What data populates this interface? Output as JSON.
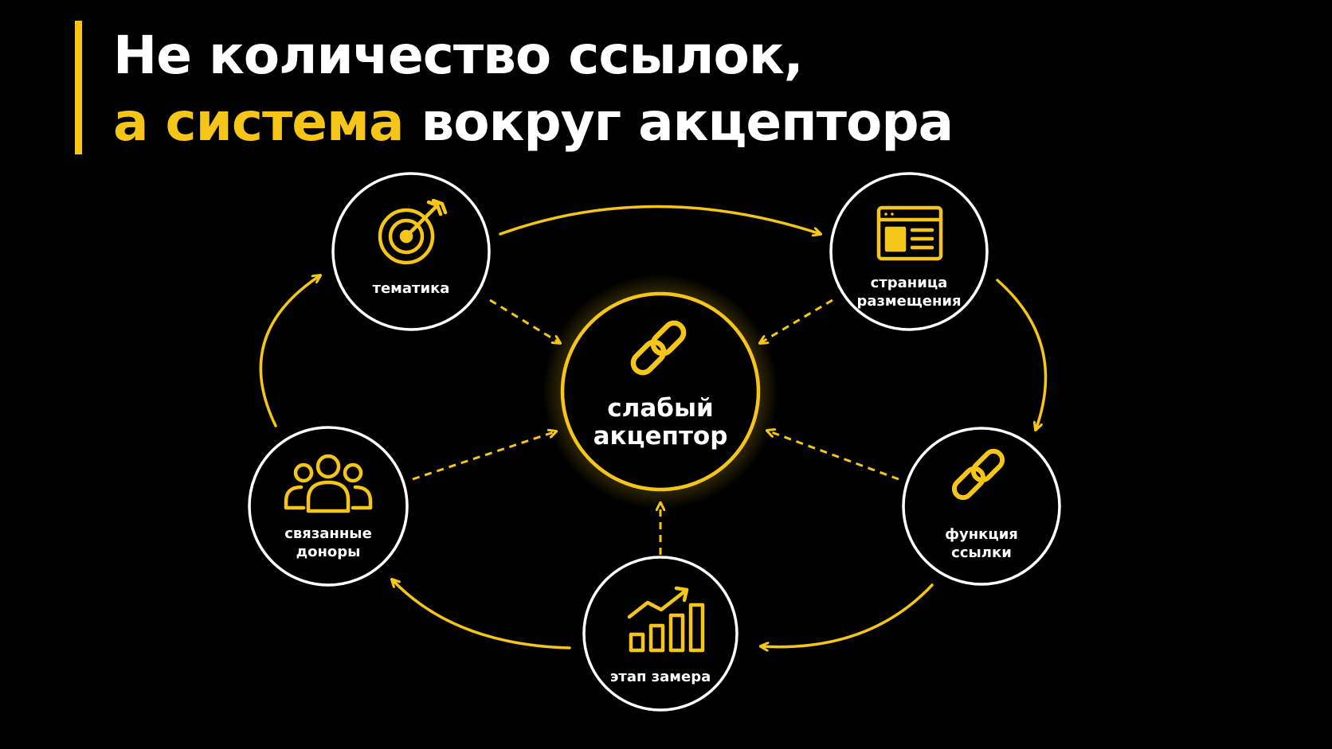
{
  "title": {
    "line1": "Не количество ссылок,",
    "line2_accent": "а система",
    "line2_rest": " вокруг акцептора"
  },
  "center": {
    "line1": "слабый",
    "line2": "акцептор",
    "icon": "link-icon"
  },
  "nodes": [
    {
      "id": "topic",
      "line1": "тематика",
      "line2": "",
      "icon": "target-icon"
    },
    {
      "id": "page",
      "line1": "страница",
      "line2": "размещения",
      "icon": "browser-page-icon"
    },
    {
      "id": "function",
      "line1": "функция",
      "line2": "ссылки",
      "icon": "link-icon"
    },
    {
      "id": "measure",
      "line1": "этап замера",
      "line2": "",
      "icon": "growth-chart-icon"
    },
    {
      "id": "donors",
      "line1": "связанные",
      "line2": "доноры",
      "icon": "people-group-icon"
    }
  ],
  "colors": {
    "accent": "#f5c518",
    "background": "#000000",
    "text": "#ffffff",
    "outline": "#ffffff"
  }
}
